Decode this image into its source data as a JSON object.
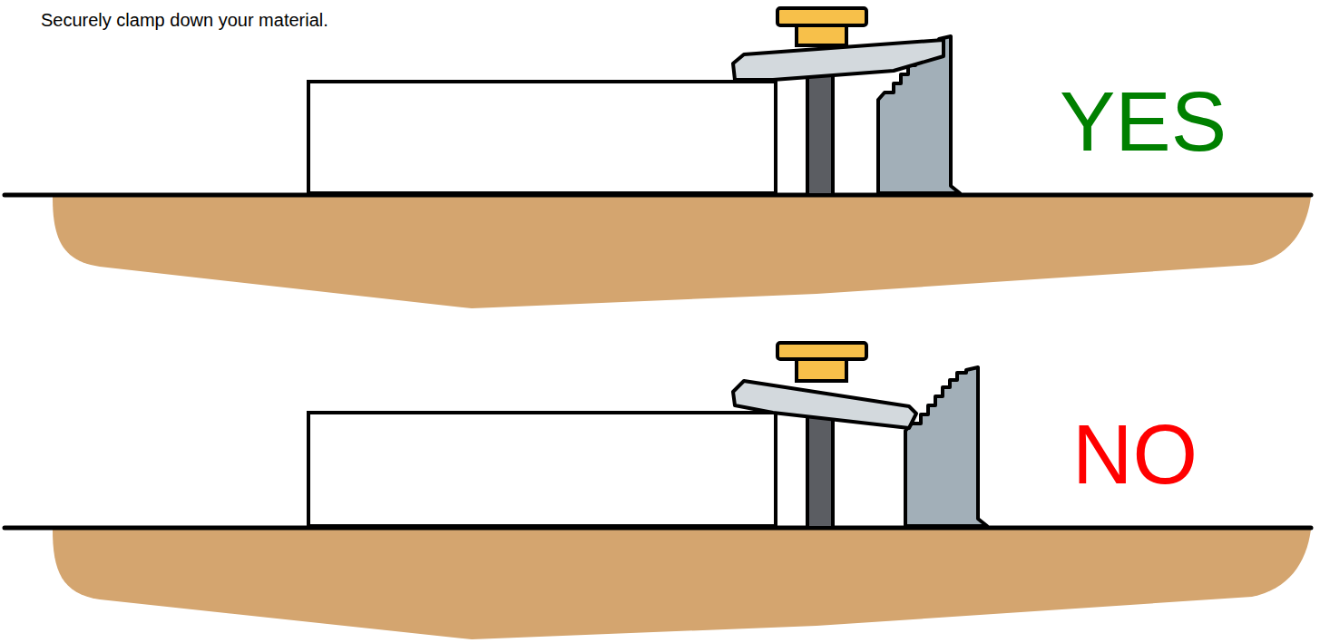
{
  "diagram": {
    "labels": [
      "Securely clamp down your material.",
      "YES",
      "NO"
    ]
  }
}
